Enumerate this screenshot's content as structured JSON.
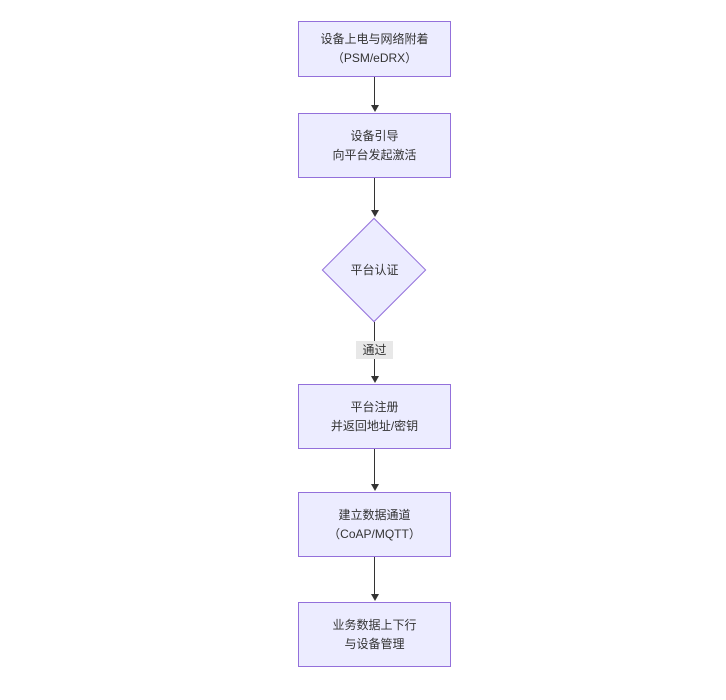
{
  "diagram": {
    "type": "flowchart",
    "direction": "top-down",
    "colors": {
      "canvas-bg": "#ffffff",
      "node-fill": "#ECECFF",
      "node-border": "#9370DB",
      "edge-color": "#333333",
      "edge-label-bg": "#e8e8e8",
      "text-color": "#333333"
    },
    "nodes": [
      {
        "id": "power-attach",
        "shape": "rect",
        "lines": [
          "设备上电与网络附着",
          "（PSM/eDRX）"
        ]
      },
      {
        "id": "bootstrap",
        "shape": "rect",
        "lines": [
          "设备引导",
          "向平台发起激活"
        ]
      },
      {
        "id": "platform-auth",
        "shape": "diamond",
        "lines": [
          "平台认证"
        ]
      },
      {
        "id": "platform-register",
        "shape": "rect",
        "lines": [
          "平台注册",
          "并返回地址/密钥"
        ]
      },
      {
        "id": "data-channel",
        "shape": "rect",
        "lines": [
          "建立数据通道",
          "（CoAP/MQTT）"
        ]
      },
      {
        "id": "business-data",
        "shape": "rect",
        "lines": [
          "业务数据上下行",
          "与设备管理"
        ]
      }
    ],
    "edges": [
      {
        "from": "power-attach",
        "to": "bootstrap",
        "label": ""
      },
      {
        "from": "bootstrap",
        "to": "platform-auth",
        "label": ""
      },
      {
        "from": "platform-auth",
        "to": "platform-register",
        "label": "通过"
      },
      {
        "from": "platform-register",
        "to": "data-channel",
        "label": ""
      },
      {
        "from": "data-channel",
        "to": "business-data",
        "label": ""
      }
    ]
  }
}
